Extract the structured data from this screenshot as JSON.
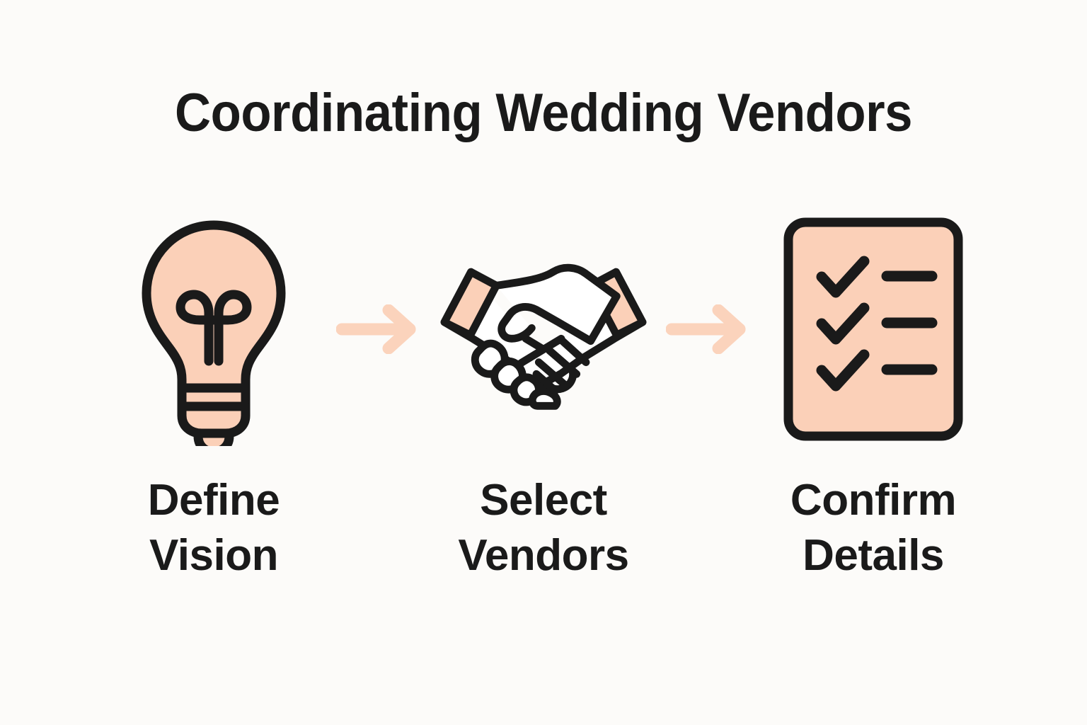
{
  "page": {
    "background_color": "#FCFBF9",
    "ink_color": "#1A1A1A",
    "accent_color": "#FBD0B8",
    "arrow_color": "#FBD3BC",
    "title": "Coordinating Wedding Vendors"
  },
  "steps": [
    {
      "icon": "lightbulb-icon",
      "label_line1": "Define",
      "label_line2": "Vision"
    },
    {
      "icon": "handshake-icon",
      "label_line1": "Select",
      "label_line2": "Vendors"
    },
    {
      "icon": "checklist-icon",
      "label_line1": "Confirm",
      "label_line2": "Details"
    }
  ],
  "connectors": [
    {
      "icon": "arrow-right-icon"
    },
    {
      "icon": "arrow-right-icon"
    }
  ],
  "checklist": {
    "rows": [
      {
        "check": "checkmark-icon",
        "line": "list-line"
      },
      {
        "check": "checkmark-icon",
        "line": "list-line"
      },
      {
        "check": "checkmark-icon",
        "line": "list-line"
      }
    ]
  }
}
